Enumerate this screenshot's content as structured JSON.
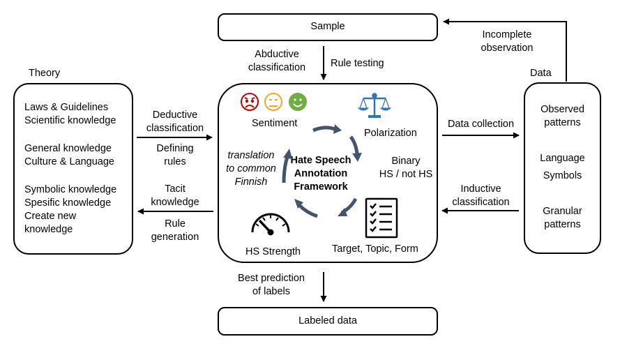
{
  "top_box": {
    "label": "Sample"
  },
  "bottom_box": {
    "label": "Labeled data"
  },
  "theory": {
    "title": "Theory",
    "groups": [
      [
        "Laws & Guidelines",
        "Scientific knowledge"
      ],
      [
        "General knowledge",
        "Culture & Language"
      ],
      [
        "Symbolic knowledge",
        "Spesific knowledge",
        "Create new",
        "knowledge"
      ]
    ]
  },
  "data": {
    "title": "Data",
    "items": [
      [
        "Observed",
        "patterns"
      ],
      [
        "Language"
      ],
      [
        "Symbols"
      ],
      [
        "Granular",
        "patterns"
      ]
    ]
  },
  "top_arrow": {
    "left": [
      "Abductive",
      "classification"
    ],
    "right": "Rule testing"
  },
  "bottom_arrow": {
    "left": [
      "Best prediction",
      "of labels"
    ]
  },
  "feedback": {
    "label": [
      "Incomplete",
      "observation"
    ]
  },
  "left_arrows": {
    "deductive": [
      "Deductive",
      "classification"
    ],
    "defining": [
      "Defining",
      "rules"
    ],
    "tacit": [
      "Tacit",
      "knowledge"
    ],
    "rule_gen": [
      "Rule",
      "generation"
    ]
  },
  "right_arrows": {
    "collection": "Data collection",
    "inductive": [
      "Inductive",
      "classification"
    ]
  },
  "framework": {
    "center": [
      "Hate Speech",
      "Annotation",
      "Framework"
    ],
    "sentiment": "Sentiment",
    "polarization": "Polarization",
    "binary": [
      "Binary",
      "HS / not HS"
    ],
    "target": "Target, Topic, Form",
    "strength": "HS Strength",
    "translation": [
      "translation",
      "to common",
      "Finnish"
    ]
  },
  "colors": {
    "cycle_arrow": "#44546a",
    "face_angry": "#c00000",
    "face_neutral": "#f5a623",
    "face_happy": "#70ad47",
    "scales": "#2e75b6"
  },
  "icons": {
    "faces": [
      "angry-face-icon",
      "neutral-face-icon",
      "happy-face-icon"
    ],
    "scales": "balance-scale-icon",
    "checklist": "checklist-icon",
    "gauge": "speedometer-icon"
  }
}
